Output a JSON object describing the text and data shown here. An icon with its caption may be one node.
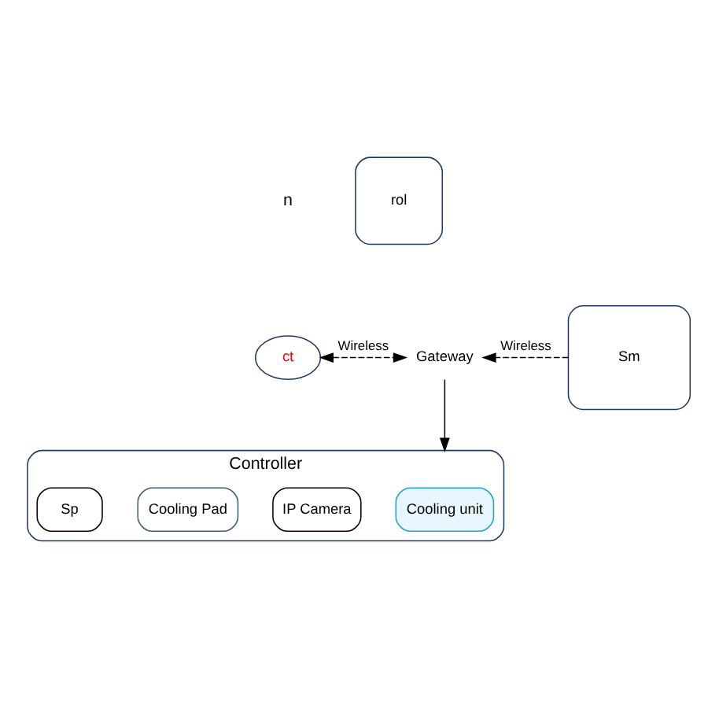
{
  "diagram": {
    "nodes": [
      {
        "text": [
          "ct"
        ]
      },
      {
        "text": [
          "Gateway"
        ]
      },
      {
        "text": [
          "Sm"
        ]
      },
      {
        "text": [
          "rol"
        ]
      },
      {
        "text": [
          "Controller"
        ]
      },
      {
        "text": [
          "Cooling unit"
        ],
        "in": 4
      },
      {
        "text": [
          "IP Camera"
        ],
        "in": 4
      },
      {
        "text": [
          "Cooling Pad"
        ],
        "in": 4
      },
      {
        "text": [
          "Sp"
        ],
        "in": 4
      }
    ],
    "edges": [
      {
        "from": 0,
        "to": 1,
        "arrow": "both",
        "style": "dashed",
        "label": "Wireless"
      },
      {
        "from": 2,
        "to": 1,
        "arrow": "to",
        "style": "dashed",
        "label": "Wireless"
      },
      {
        "from": 1,
        "to": 4,
        "arrow": "to"
      }
    ],
    "labels": [
      "n"
    ]
  }
}
